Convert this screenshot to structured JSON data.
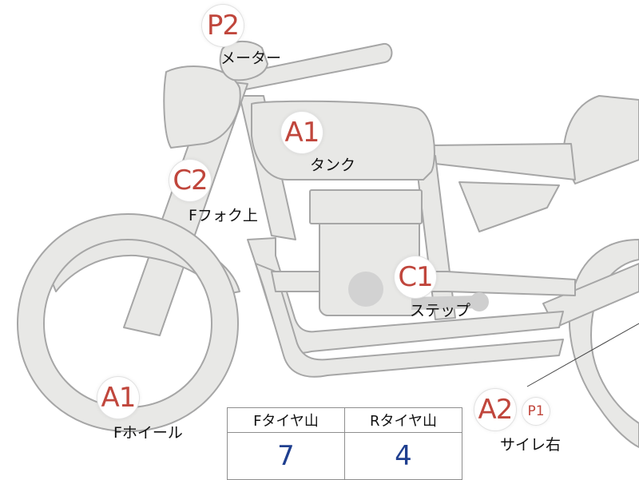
{
  "parts": [
    {
      "code": "P2",
      "label": "メーター"
    },
    {
      "code": "A1",
      "label": "タンク"
    },
    {
      "code": "C2",
      "label": "Fフォク上"
    },
    {
      "code": "C1",
      "label": "ステップ"
    },
    {
      "code": "A1",
      "label": "Fホイール"
    },
    {
      "code": "A2",
      "label": "サイレ右"
    },
    {
      "code": "P1",
      "label": ""
    }
  ],
  "tire_table": {
    "headers": [
      "Fタイヤ山",
      "Rタイヤ山"
    ],
    "values": [
      "7",
      "4"
    ]
  },
  "colors": {
    "badge_text": "#c0463c",
    "table_value": "#1f3f8f",
    "part_fill": "#e8e8e6",
    "part_stroke": "#a6a6a6"
  }
}
